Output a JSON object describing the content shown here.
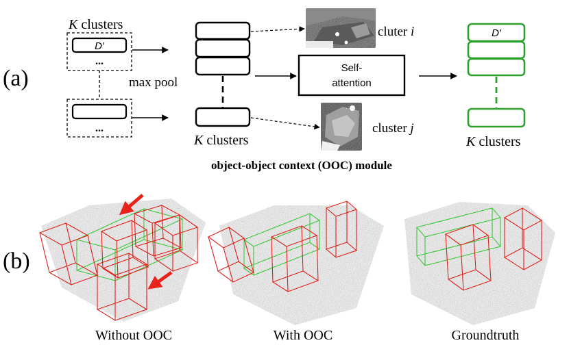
{
  "panel_a": {
    "label": "(a)",
    "left_clusters_label_var": "K",
    "left_clusters_label_text": " clusters",
    "cluster_dim_label": "D′",
    "ellipsis": "...",
    "max_pool_label": "max pool",
    "mid_clusters_label_var": "K",
    "mid_clusters_label_text": " clusters",
    "cluster_i_label_text": "cluter ",
    "cluster_i_label_var": "i",
    "cluster_j_label_text": "cluster ",
    "cluster_j_label_var": "j",
    "self_attention_line1": "Self-",
    "self_attention_line2": "attention",
    "out_dim_label": "D′",
    "out_clusters_label_var": "K",
    "out_clusters_label_text": " clusters",
    "module_caption": "object-object context (OOC) module"
  },
  "panel_b": {
    "label": "(b)",
    "captions": [
      "Without OOC",
      "With OOC",
      "Groundtruth"
    ]
  },
  "colors": {
    "black": "#000000",
    "green": "#2ea02e",
    "red": "#e8231c",
    "bbox_red": "#e0201a",
    "bbox_green": "#3cc83c",
    "cloud": "#9a9a9a"
  }
}
